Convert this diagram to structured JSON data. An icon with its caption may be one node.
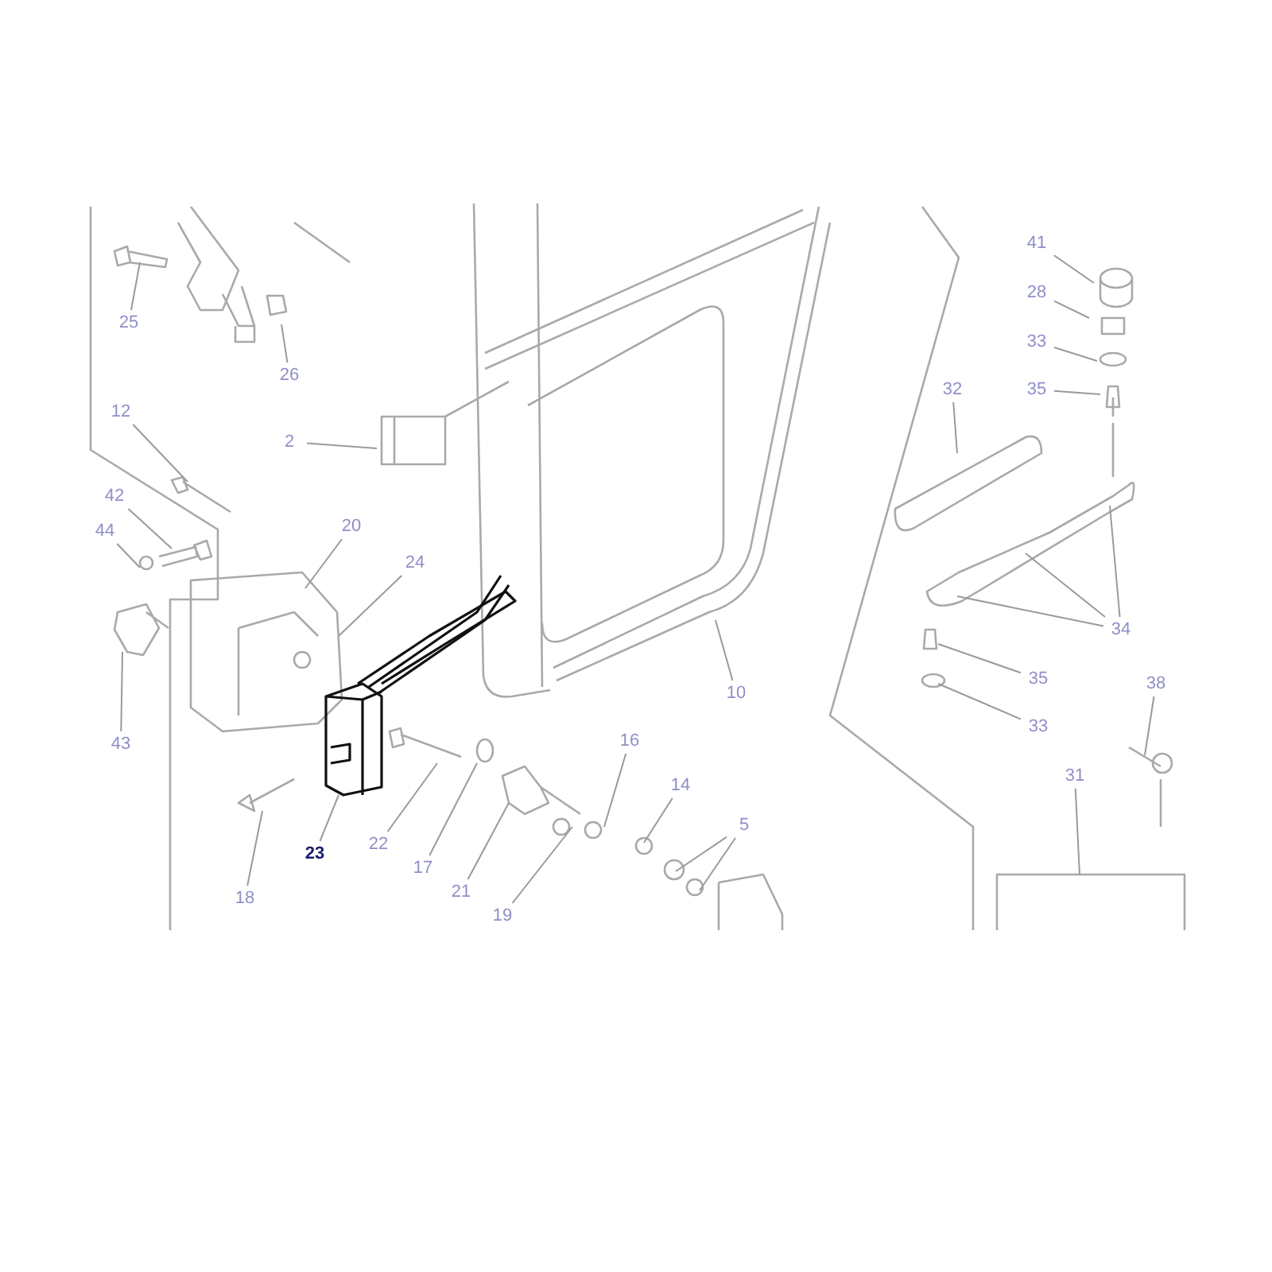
{
  "diagram": {
    "nodes": [
      {
        "text": [
          "41"
        ]
      },
      {
        "text": [
          "28"
        ]
      },
      {
        "text": [
          "25"
        ]
      },
      {
        "text": [
          "33"
        ]
      },
      {
        "text": [
          "26"
        ]
      },
      {
        "text": [
          "32"
        ]
      },
      {
        "text": [
          "35"
        ]
      },
      {
        "text": [
          "12"
        ]
      },
      {
        "text": [
          "2"
        ]
      },
      {
        "text": [
          "42"
        ]
      },
      {
        "text": [
          "20"
        ]
      },
      {
        "text": [
          "44"
        ]
      },
      {
        "text": [
          "24"
        ]
      },
      {
        "text": [
          "34"
        ]
      },
      {
        "text": [
          "35"
        ]
      },
      {
        "text": [
          "38"
        ]
      },
      {
        "text": [
          "10"
        ]
      },
      {
        "text": [
          "33"
        ]
      },
      {
        "text": [
          "16"
        ]
      },
      {
        "text": [
          "43"
        ]
      },
      {
        "text": [
          "31"
        ]
      },
      {
        "text": [
          "14"
        ]
      },
      {
        "text": [
          "5"
        ]
      },
      {
        "text": [
          "22"
        ]
      },
      {
        "text": [
          "23"
        ]
      },
      {
        "text": [
          "17"
        ]
      },
      {
        "text": [
          "21"
        ]
      },
      {
        "text": [
          "18"
        ]
      },
      {
        "text": [
          "19"
        ]
      }
    ],
    "edges": [
      {
        "from": 0,
        "to": null,
        "arrow": "none"
      },
      {
        "from": 1,
        "to": null,
        "arrow": "none"
      },
      {
        "from": 2,
        "to": null,
        "arrow": "none"
      },
      {
        "from": 3,
        "to": null,
        "arrow": "none"
      },
      {
        "from": 4,
        "to": null,
        "arrow": "none"
      },
      {
        "from": 5,
        "to": null,
        "arrow": "none"
      },
      {
        "from": 6,
        "to": null,
        "arrow": "none"
      },
      {
        "from": 7,
        "to": null,
        "arrow": "none"
      },
      {
        "from": 8,
        "to": null,
        "arrow": "none"
      },
      {
        "from": 9,
        "to": null,
        "arrow": "none"
      },
      {
        "from": 10,
        "to": null,
        "arrow": "none"
      },
      {
        "from": 11,
        "to": null,
        "arrow": "none"
      },
      {
        "from": 12,
        "to": null,
        "arrow": "none"
      },
      {
        "from": 13,
        "to": null,
        "arrow": "none"
      },
      {
        "from": 13,
        "to": null,
        "arrow": "none"
      },
      {
        "from": 13,
        "to": null,
        "arrow": "none"
      },
      {
        "from": 14,
        "to": null,
        "arrow": "none"
      },
      {
        "from": 15,
        "to": null,
        "arrow": "none"
      },
      {
        "from": 16,
        "to": null,
        "arrow": "none"
      },
      {
        "from": 17,
        "to": null,
        "arrow": "none"
      },
      {
        "from": 18,
        "to": null,
        "arrow": "none"
      },
      {
        "from": 19,
        "to": null,
        "arrow": "none"
      },
      {
        "from": 20,
        "to": null,
        "arrow": "none"
      },
      {
        "from": 21,
        "to": null,
        "arrow": "none"
      },
      {
        "from": 22,
        "to": null,
        "arrow": "none"
      },
      {
        "from": 22,
        "to": null,
        "arrow": "none"
      },
      {
        "from": 23,
        "to": null,
        "arrow": "none"
      },
      {
        "from": 24,
        "to": null,
        "arrow": "none"
      },
      {
        "from": 25,
        "to": null,
        "arrow": "none"
      },
      {
        "from": 26,
        "to": null,
        "arrow": "none"
      },
      {
        "from": 27,
        "to": null,
        "arrow": "none"
      },
      {
        "from": 28,
        "to": null,
        "arrow": "none"
      }
    ]
  }
}
